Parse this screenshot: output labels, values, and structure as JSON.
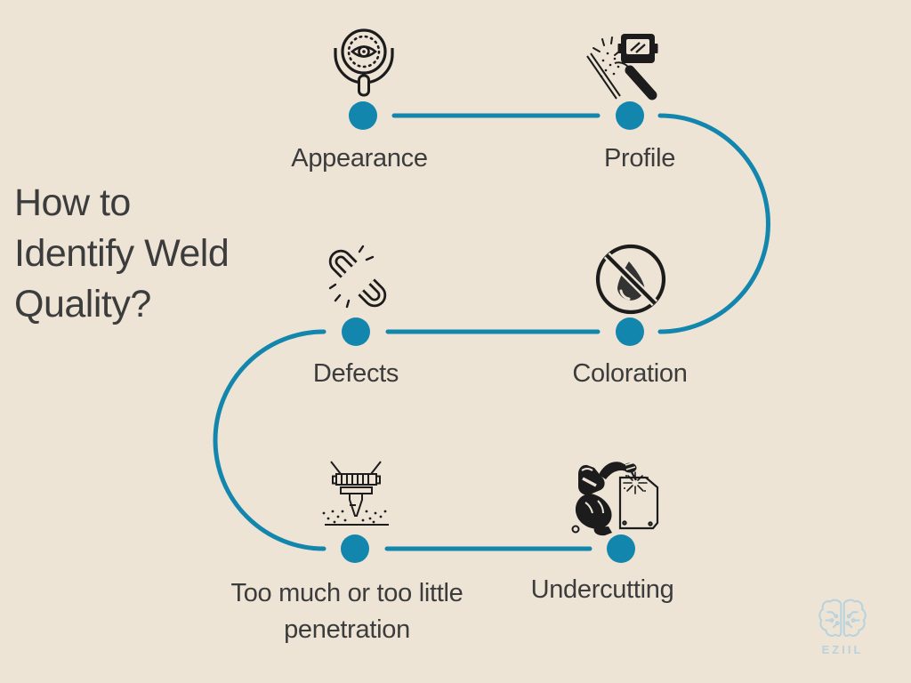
{
  "title": {
    "text": "How to Identify Weld Quality?",
    "lines": [
      "How to",
      "Identify Weld",
      "Quality?"
    ]
  },
  "nodes": [
    {
      "id": "appearance",
      "label": "Appearance",
      "icon": "magnifier-eye-icon"
    },
    {
      "id": "profile",
      "label": "Profile",
      "icon": "welding-helmet-torch-icon"
    },
    {
      "id": "coloration",
      "label": "Coloration",
      "icon": "no-water-drop-icon"
    },
    {
      "id": "defects",
      "label": "Defects",
      "icon": "broken-chain-link-icon"
    },
    {
      "id": "penetration",
      "label": "Too much or too little penetration",
      "icon": "laser-nozzle-icon"
    },
    {
      "id": "undercutting",
      "label": "Undercutting",
      "icon": "welder-at-work-icon"
    }
  ],
  "brand": {
    "name": "EZIIL",
    "logo": "brain-circuit-icon"
  },
  "colors": {
    "bg": "#EDE4D6",
    "accent": "#1386AD",
    "text": "#3C3C3C",
    "ink": "#1C1C1C",
    "logo": "#B9D2DB"
  }
}
